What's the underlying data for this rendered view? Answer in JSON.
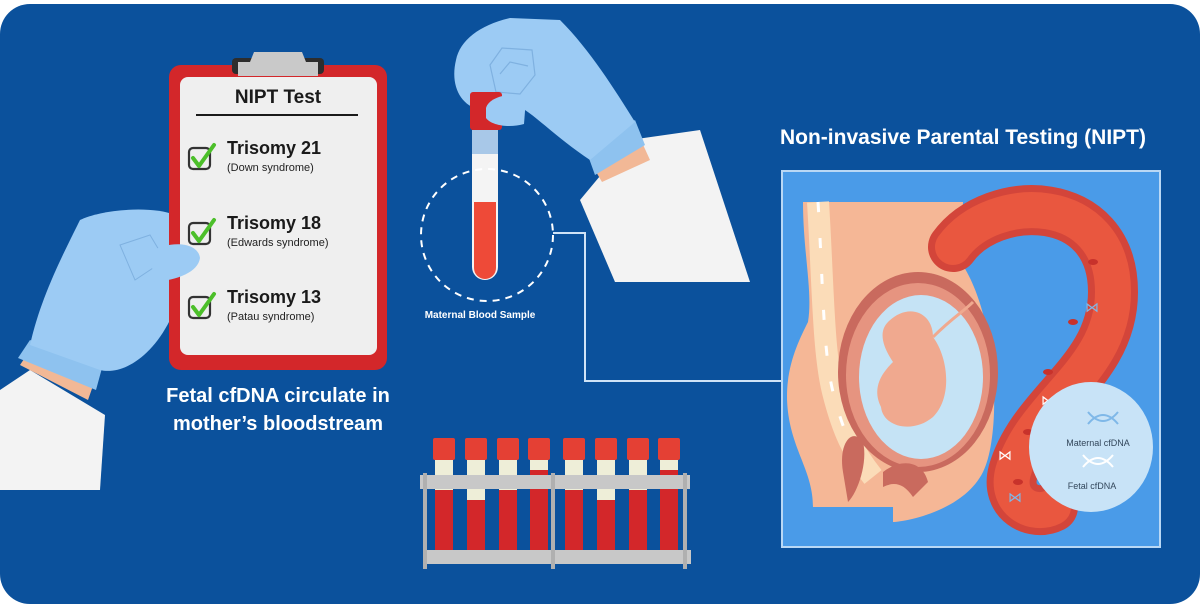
{
  "clipboard": {
    "title": "NIPT Test",
    "items": [
      {
        "title": "Trisomy 21",
        "subtitle": "(Down syndrome)",
        "checked": true
      },
      {
        "title": "Trisomy 18",
        "subtitle": "(Edwards syndrome)",
        "checked": true
      },
      {
        "title": "Trisomy 13",
        "subtitle": "(Patau syndrome)",
        "checked": true
      }
    ]
  },
  "caption_left": {
    "line1": "Fetal cfDNA circulate in",
    "line2": "mother’s bloodstream"
  },
  "sample": {
    "label": "Maternal Blood Sample"
  },
  "panel": {
    "title": "Non-invasive Parental Testing (NIPT)",
    "legend": [
      {
        "label": "Maternal cfDNA",
        "color": "#7fb8e8"
      },
      {
        "label": "Fetal cfDNA",
        "color": "#ffffff"
      }
    ]
  },
  "colors": {
    "background": "#0b519c",
    "panel": "#4a9be8",
    "clipboard": "#d3272a",
    "glove": "#9ccbf4",
    "blood": "#e9463a",
    "check": "#4cbf2a"
  },
  "rack": {
    "tube_count": 8
  }
}
